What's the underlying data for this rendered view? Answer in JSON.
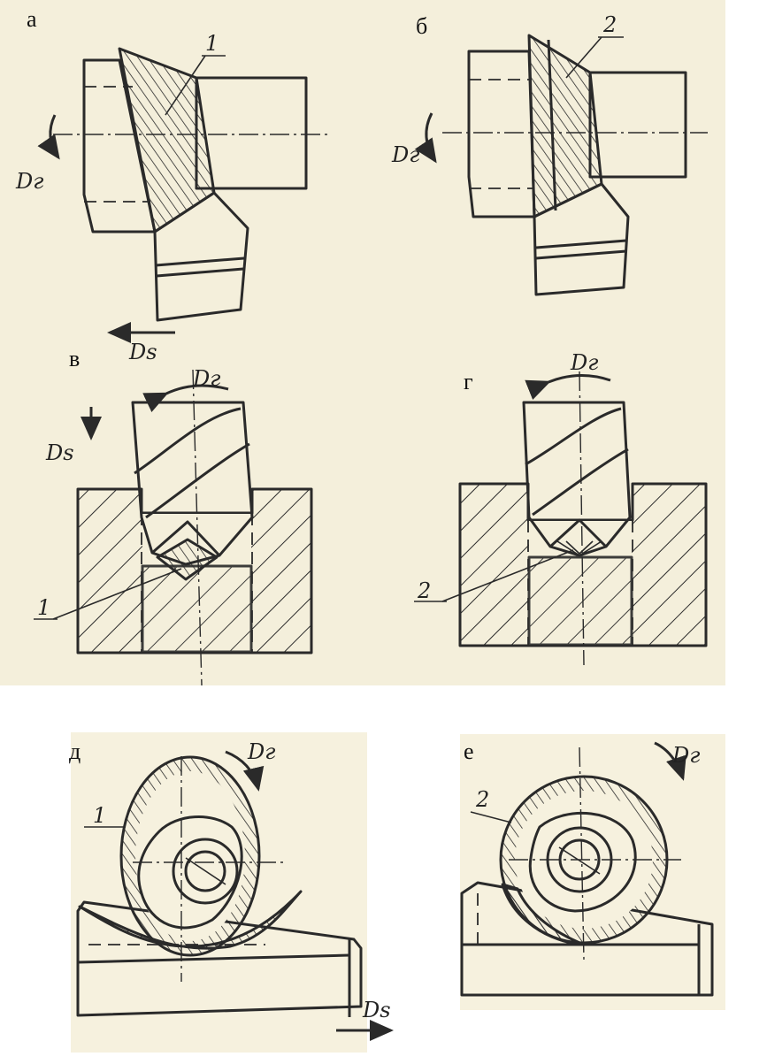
{
  "panels": {
    "a": {
      "letter": "а",
      "motion": "Dг",
      "feed": "Ds",
      "marker": "1"
    },
    "b": {
      "letter": "б",
      "motion": "Dг",
      "marker": "2"
    },
    "v": {
      "letter": "в",
      "motion": "Dг",
      "feed": "Ds",
      "marker": "1"
    },
    "g": {
      "letter": "г",
      "motion": "Dг",
      "marker": "2"
    },
    "d": {
      "letter": "д",
      "motion": "Dг",
      "feed": "Ds",
      "marker": "1"
    },
    "e": {
      "letter": "е",
      "motion": "Dг",
      "marker": "2"
    }
  },
  "colors": {
    "paper": "#f4efdb",
    "ink": "#2a2a2a"
  }
}
